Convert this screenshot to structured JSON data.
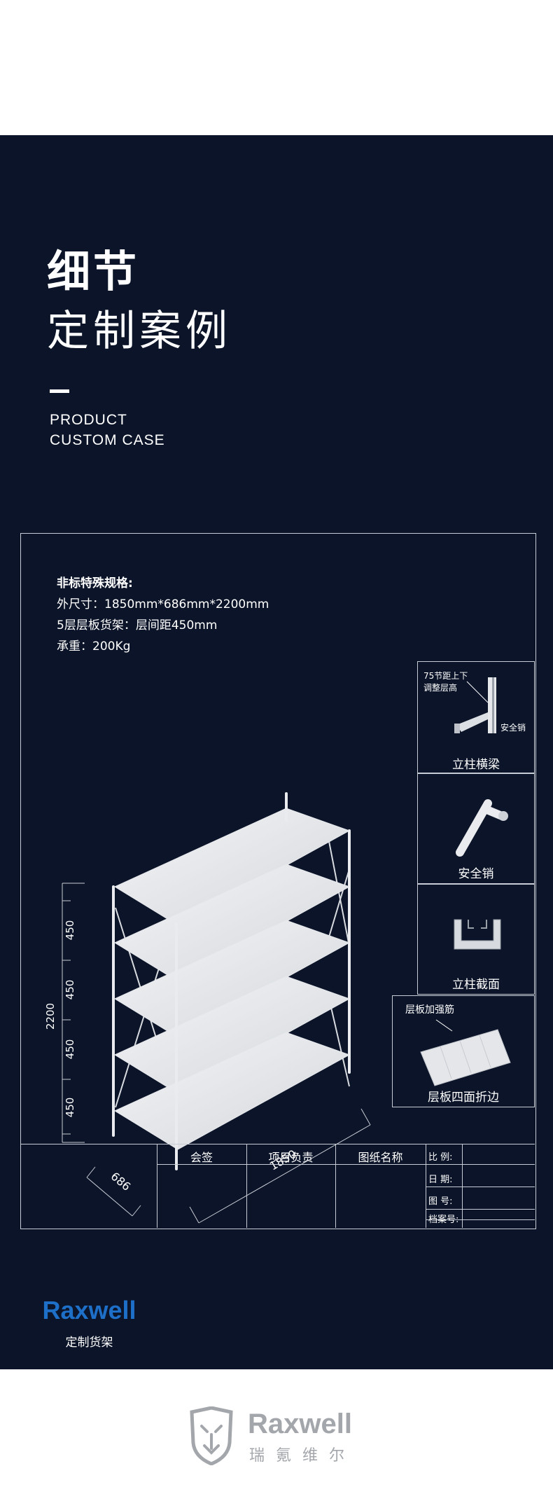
{
  "header": {
    "title_bold": "细节",
    "title_light": "定制案例",
    "eng_line1": "PRODUCT",
    "eng_line2": "CUSTOM CASE"
  },
  "spec": {
    "title": "非标特殊规格:",
    "line1": "外尺寸：1850mm*686mm*2200mm",
    "line2": "5层层板货架：层间距450mm",
    "line3": "承重：200Kg"
  },
  "dimensions": {
    "height_total": "2200",
    "spacing": [
      "450",
      "450",
      "450",
      "450"
    ],
    "width": "1850",
    "depth": "686"
  },
  "details": [
    {
      "label": "立柱横梁",
      "note1": "75节距上下",
      "note2": "调整层高",
      "note3": "安全销"
    },
    {
      "label": "安全销"
    },
    {
      "label": "立柱截面"
    },
    {
      "label": "层板四面折边",
      "note1": "层板加强筋"
    }
  ],
  "title_block": {
    "brand": "Raxwell",
    "brand_sub": "定制货架",
    "col1": "会签",
    "col2": "项目负责",
    "col3": "图纸名称",
    "row1": "比  例:",
    "row2": "日  期:",
    "row3": "图  号:",
    "row4": "档案号:"
  },
  "footer": {
    "brand": "Raxwell",
    "sub": "瑞氪维尔"
  },
  "colors": {
    "background_dark": "#0b1428",
    "brand_blue": "#1e6fc8",
    "footer_gray": "#a3a6ab"
  }
}
